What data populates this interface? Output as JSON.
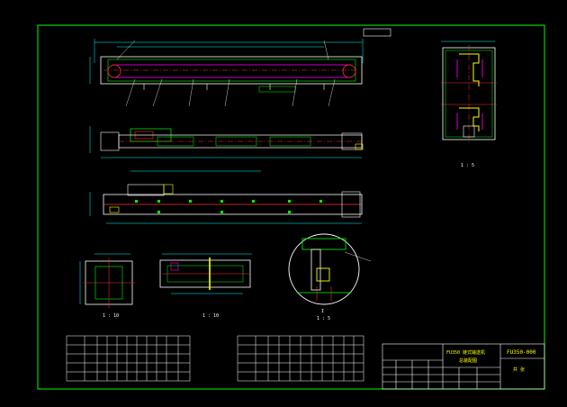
{
  "colors": {
    "background": "#000000",
    "border": "#00ff00",
    "outline": "#ffffff",
    "body": "#ff3030",
    "accent": "#ffff00",
    "dimension": "#00ffff",
    "leader": "#ff00ff"
  },
  "title_block": {
    "main_title": "FU350 链式输送机",
    "sub_title": "总装配图",
    "drawing_number": "FU350-000",
    "sheet": "共 张"
  },
  "views": {
    "section_a": "1 : 5",
    "section_b": "1 : 10",
    "section_c": "1 : 10",
    "detail": "1 : 5",
    "detail_label": "I"
  }
}
